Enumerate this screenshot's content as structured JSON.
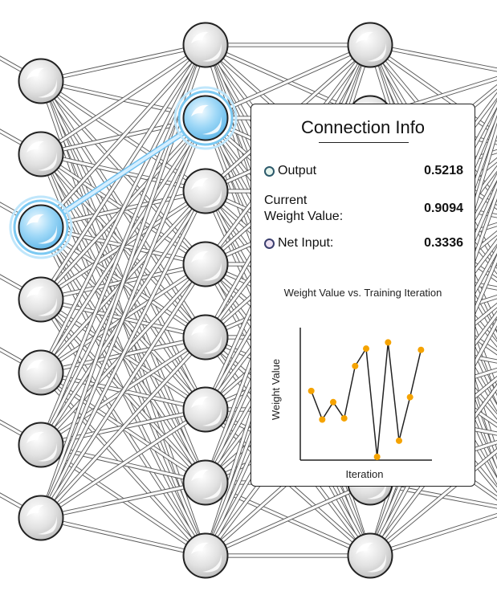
{
  "panel": {
    "title": "Connection Info",
    "output": {
      "label": "Output",
      "value": "0.5218",
      "dot_color": "#e6f5ee",
      "dot_border": "#2d5a6b"
    },
    "weight": {
      "label_line1": "Current",
      "label_line2": "Weight Value:",
      "value": "0.9094"
    },
    "net_input": {
      "label": "Net Input:",
      "value": "0.3336",
      "dot_color": "#efe2f3",
      "dot_border": "#3b3f6e"
    }
  },
  "chart_data": {
    "type": "line",
    "title": "Weight Value vs. Training Iteration",
    "xlabel": "Iteration",
    "ylabel": "Weight Value",
    "x": [
      1,
      2,
      3,
      4,
      5,
      6,
      7,
      8,
      9,
      10,
      11
    ],
    "y": [
      0.53,
      0.3,
      0.44,
      0.31,
      0.73,
      0.87,
      0.0,
      0.92,
      0.13,
      0.48,
      0.86
    ],
    "ylim": [
      0,
      1
    ],
    "point_color": "#f5a300",
    "line_color": "#222222"
  },
  "network": {
    "highlight_color": "#8fd0f5",
    "node_color": "#e0e0e0",
    "edge_color": "#b8b8b8"
  }
}
